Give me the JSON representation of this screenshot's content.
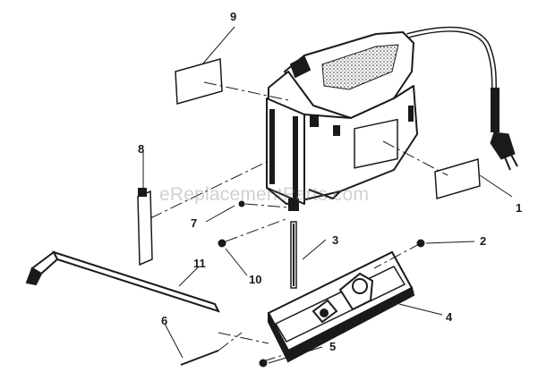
{
  "watermark": "eReplacementParts.com",
  "callouts": {
    "p1": "1",
    "p2": "2",
    "p3": "3",
    "p4": "4",
    "p5": "5",
    "p6": "6",
    "p7": "7",
    "p8": "8",
    "p9": "9",
    "p10": "10",
    "p11": "11"
  },
  "colors": {
    "ink": "#1a1a1a",
    "watermark": "#8a8a8a"
  }
}
